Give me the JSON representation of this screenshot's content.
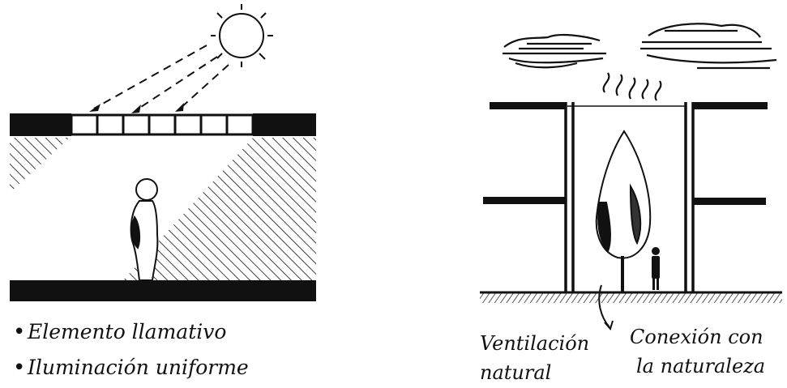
{
  "left_panel": {
    "bullets": [
      {
        "marker": "•",
        "text": "Elemento llamativo"
      },
      {
        "marker": "•",
        "text": "Iluminación uniforme"
      }
    ]
  },
  "right_panel": {
    "labels": {
      "ventilation_line1": "Ventilación",
      "ventilation_line2": "natural",
      "connection_line1": "Conexión con",
      "connection_line2": "la naturaleza"
    }
  },
  "colors": {
    "ink": "#111111",
    "paper": "#ffffff"
  }
}
